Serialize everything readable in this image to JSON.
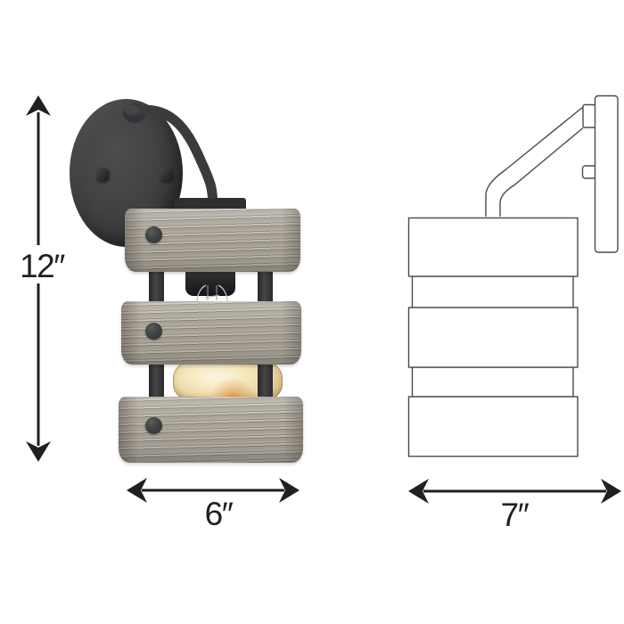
{
  "title": "Wall sconce product dimension diagram",
  "dimensions": {
    "height_label": "12″",
    "front_width_label": "6″",
    "side_width_label": "7″"
  },
  "views": {
    "front": "front-photo-view",
    "side": "side-line-drawing-view"
  },
  "colors": {
    "background": "#ffffff",
    "metal": "#3a3a3c",
    "metal_dark": "#26262a",
    "wood_base": "#aaa499",
    "wood_dark": "#8b857b",
    "wood_light": "#c3beb2",
    "strap": "#3e3e40",
    "glow_bright": "#fbf3d9",
    "glow_amber": "#e2c98f",
    "filament": "#dd8f3e",
    "line_art": "#4b4b4d",
    "label_text": "#231f20"
  }
}
